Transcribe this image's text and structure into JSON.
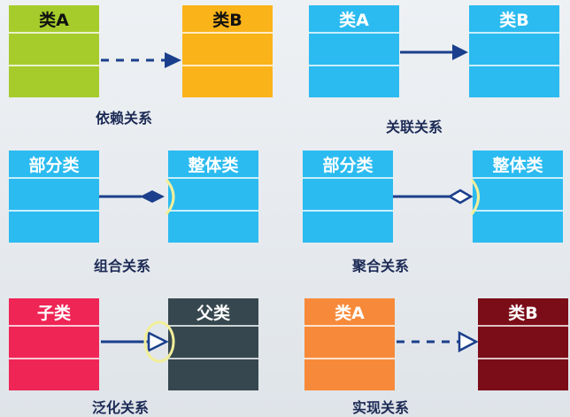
{
  "colors": {
    "lime": "#a6cc2c",
    "amber": "#fbb31a",
    "sky": "#2bbbf0",
    "red": "#ef2556",
    "slate": "#36474f",
    "orange": "#f78a3a",
    "maroon": "#7b0d18",
    "arrow": "#1b3f8c",
    "highlight": "#f2ef9a"
  },
  "panels": {
    "dependency": {
      "left": "类A",
      "right": "类B",
      "caption": "依赖关系"
    },
    "association": {
      "left": "类A",
      "right": "类B",
      "caption": "关联关系"
    },
    "composition": {
      "left": "部分类",
      "right": "整体类",
      "caption": "组合关系"
    },
    "aggregation": {
      "left": "部分类",
      "right": "整体类",
      "caption": "聚合关系"
    },
    "generalization": {
      "left": "子类",
      "right": "父类",
      "caption": "泛化关系"
    },
    "realization": {
      "left": "类A",
      "right": "类B",
      "caption": "实现关系"
    }
  }
}
